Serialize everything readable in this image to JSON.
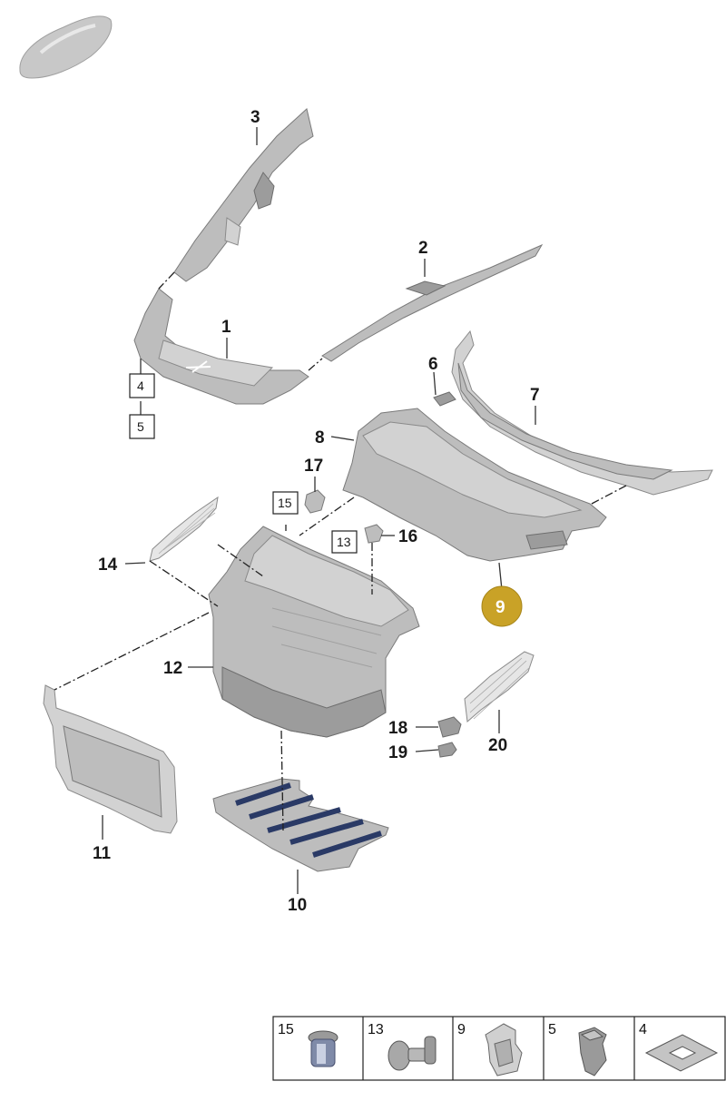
{
  "callouts": {
    "c1": "1",
    "c2": "2",
    "c3": "3",
    "c6": "6",
    "c7": "7",
    "c8": "8",
    "c10": "10",
    "c11": "11",
    "c12": "12",
    "c14": "14",
    "c16": "16",
    "c17": "17",
    "c18": "18",
    "c19": "19",
    "c20": "20"
  },
  "boxed_refs": {
    "b4": "4",
    "b5": "5",
    "b15": "15",
    "b13": "13"
  },
  "highlight": {
    "label": "9",
    "color": "#c9a227"
  },
  "legend_cells": [
    {
      "label": "15"
    },
    {
      "label": "13"
    },
    {
      "label": "9"
    },
    {
      "label": "5"
    },
    {
      "label": "4"
    }
  ],
  "colors": {
    "part_fill": "#bdbdbd",
    "part_outline": "#7a7a7a",
    "highlight_badge": "#c9a227"
  }
}
